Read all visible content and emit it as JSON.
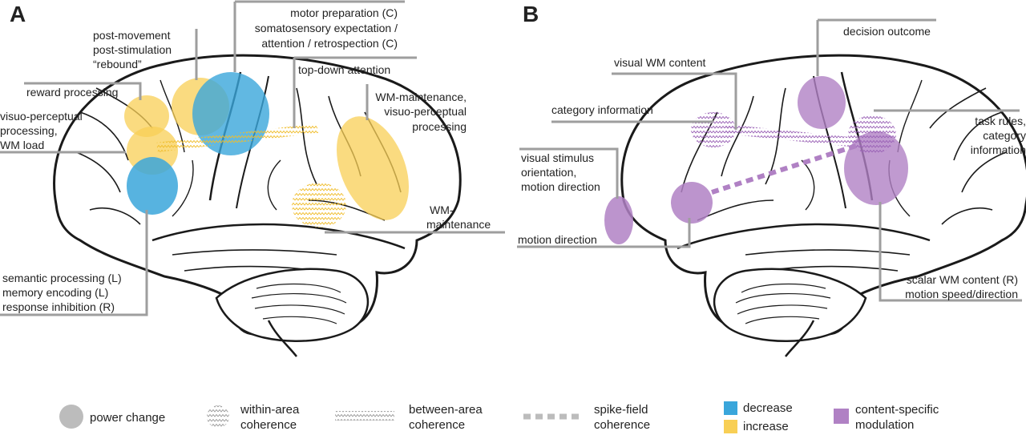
{
  "panels": {
    "a": {
      "letter": "A",
      "labels": {
        "post_movement": [
          "post-movement",
          "post-stimulation",
          "“rebound”"
        ],
        "motor_prep": [
          "motor preparation (C)",
          "somatosensory expectation /",
          "attention / retrospection (C)"
        ],
        "top_down": [
          "top-down attention"
        ],
        "reward": [
          "reward processing"
        ],
        "visuo_wm": [
          "visuo-perceptual",
          "processing,",
          "WM load"
        ],
        "wm_maint_visuo": [
          "WM-maintenance,",
          "visuo-perceptual",
          "processing"
        ],
        "wm_maint": [
          "WM-",
          "maintenance"
        ],
        "semantic": [
          "semantic processing (L)",
          "memory encoding (L)",
          "response inhibition (R)"
        ]
      }
    },
    "b": {
      "letter": "B",
      "labels": {
        "decision": [
          "decision outcome"
        ],
        "visual_wm": [
          "visual WM content"
        ],
        "category": [
          "category information"
        ],
        "task_rules": [
          "task rules,",
          "category",
          "information"
        ],
        "visual_stim": [
          "visual stimulus",
          "orientation,",
          "motion direction"
        ],
        "motion_dir": [
          "motion direction"
        ],
        "scalar_wm": [
          "scalar WM content (R)",
          "motion speed/direction"
        ]
      }
    }
  },
  "legend": {
    "power_change": [
      "power change"
    ],
    "within_area": [
      "within-area",
      "coherence"
    ],
    "between_area": [
      "between-area",
      "coherence"
    ],
    "spike_field": [
      "spike-field",
      "coherence"
    ],
    "decrease": [
      "decrease"
    ],
    "increase": [
      "increase"
    ],
    "content_specific": [
      "content-specific",
      "modulation"
    ]
  },
  "colors": {
    "decrease": "#3aa6db",
    "increase": "#f8cf55",
    "content_specific": "#b081c4",
    "legend_gray": "#bcbcbc",
    "leader_line": "#9e9e9e",
    "brain_outline": "#1a1a1a"
  }
}
